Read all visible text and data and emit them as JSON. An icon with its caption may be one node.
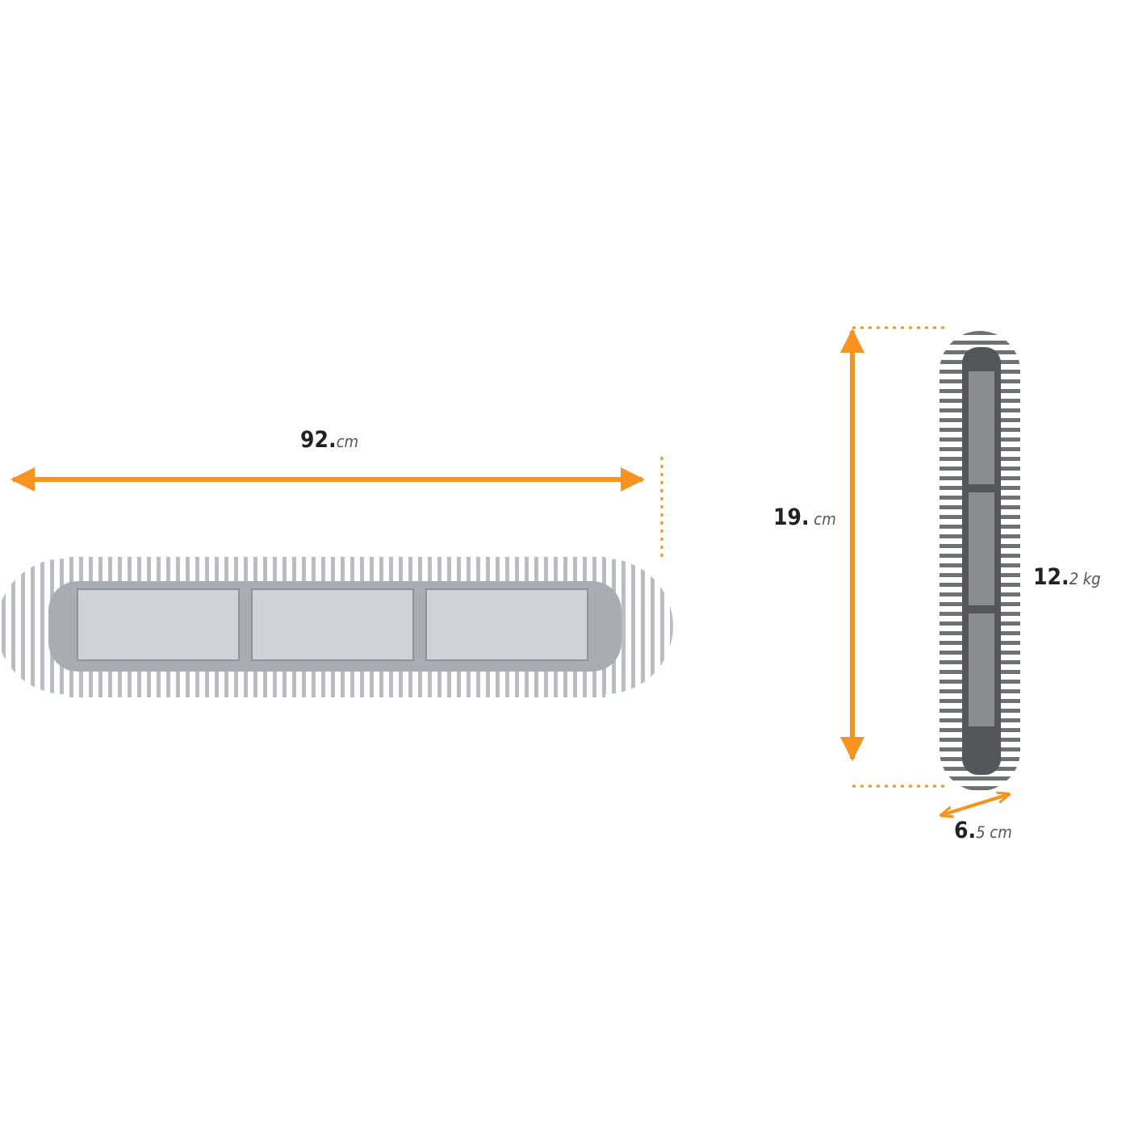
{
  "diagram": {
    "labels": [
      "**92.**cm",
      "**19.** cm",
      "**12.**2 kg",
      "**6.**5 cm"
    ]
  }
}
